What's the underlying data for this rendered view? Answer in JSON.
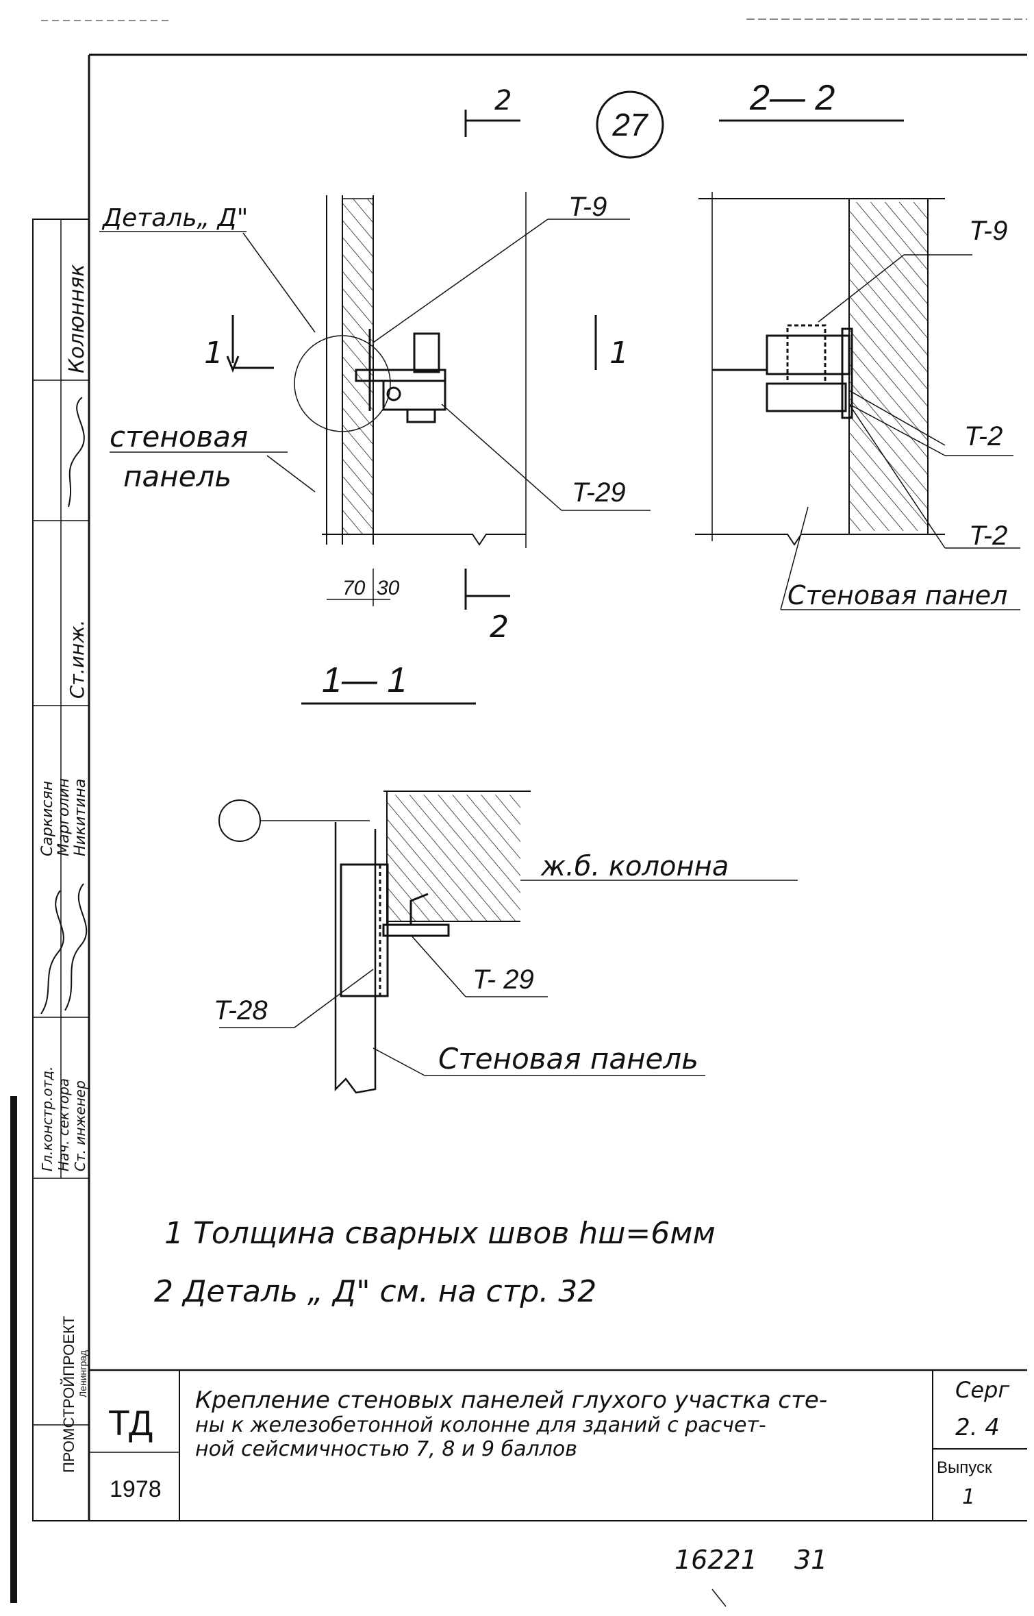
{
  "sheet": {
    "sheet_badge": "27",
    "section_marks": {
      "mark2_top": "2",
      "mark2_bottom": "2",
      "mark1_left": "1",
      "mark1_right": "1"
    },
    "view_titles": {
      "section_2_2": "2— 2",
      "section_1_1": "1— 1"
    }
  },
  "left_view": {
    "detail_callout": "Деталь„ Д\"",
    "wall_panel_label_line1": "стеновая",
    "wall_panel_label_line2": "панель",
    "callout_t9": "T-9",
    "callout_t29": "T-29",
    "dim_70": "70",
    "dim_30": "30"
  },
  "right_view": {
    "callout_t9": "T-9",
    "callout_t29": "T-2",
    "callout_t28": "T-2",
    "wall_panel_label": "Стеновая панел"
  },
  "section_view": {
    "column_label": "ж.б. колонна",
    "callout_t29": "T- 29",
    "callout_t28": "T-28",
    "wall_panel_label": "Стеновая панель"
  },
  "notes": [
    "1 Толщина сварных швов hш=6мм",
    "2 Деталь „ Д\" см. на стр. 32"
  ],
  "side_stamp": {
    "names": [
      "Колюнняк",
      "Саркисян",
      "Марголин",
      "Никитина"
    ],
    "roles": [
      "Ст.инж.",
      "Гл.констр.отд.",
      "Нач. сектора",
      "Ст. инженер"
    ],
    "org": "ПРОМСТРОЙПРОЕКТ",
    "city": "Ленинград"
  },
  "title_block": {
    "code": "ТД",
    "year": "1978",
    "title_line1": "Крепление стеновых панелей глухого участка сте-",
    "title_line2": "ны к железобетонной колонне для зданий с расчет-",
    "title_line3": "ной сейсмичностью 7, 8 и 9 баллов",
    "series_label": "Серг",
    "series_value": "2. 4",
    "issue_label": "Выпуск",
    "issue_value": "1"
  },
  "footer": {
    "archive_no": "16221",
    "page_no": "31"
  }
}
